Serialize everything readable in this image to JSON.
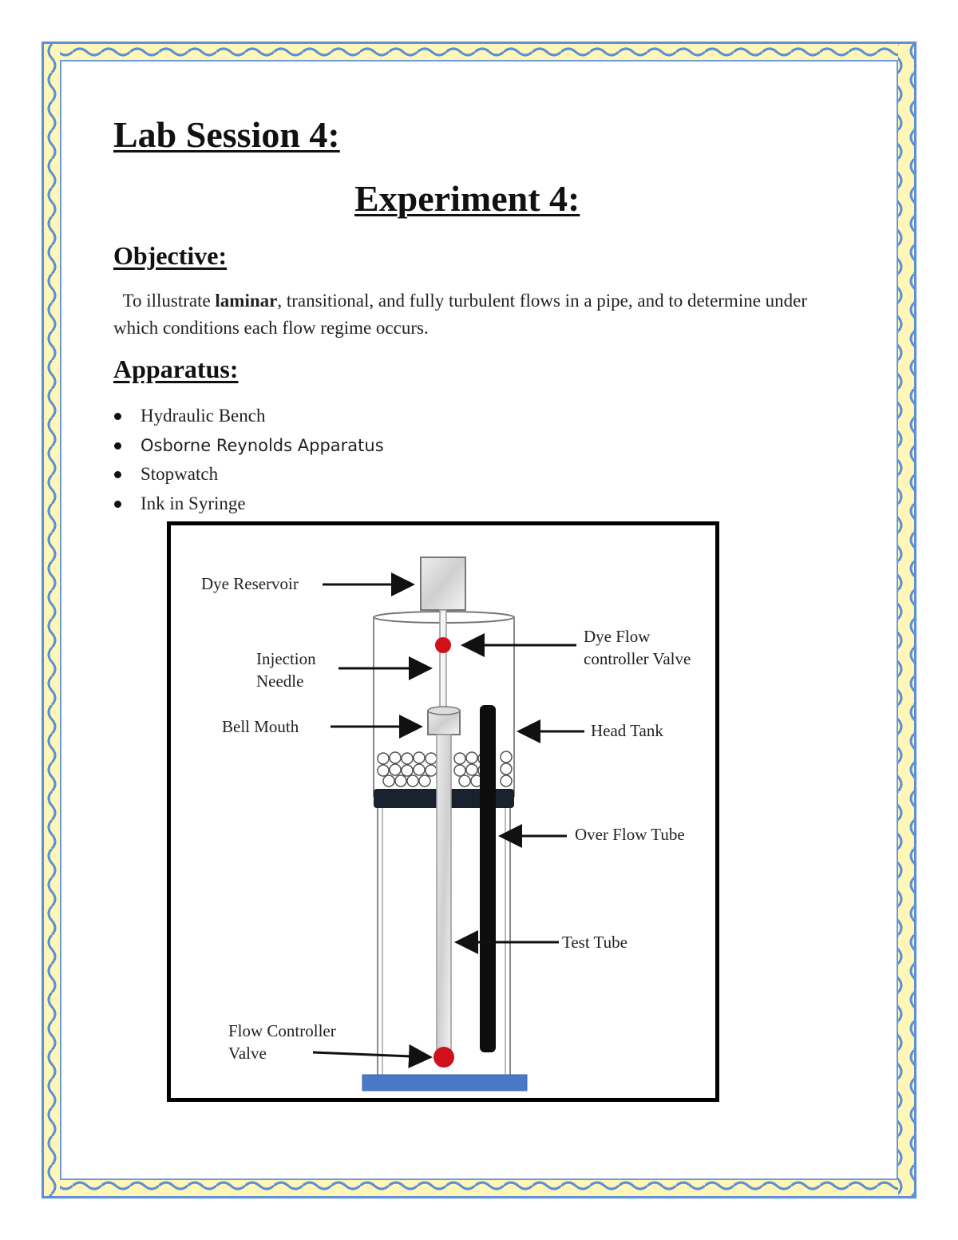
{
  "title": "Lab Session 4:",
  "experiment": "Experiment 4:",
  "objective": {
    "heading": "Objective:",
    "text_pre": "To illustrate ",
    "text_bold": "laminar",
    "text_mid": ", transitional, and fully ",
    "text_bold2": "turbulent",
    "text_post": " flows in a pipe, and to determine under which conditions each flow regime occurs."
  },
  "apparatus": {
    "heading": "Apparatus:",
    "items": [
      "Hydraulic Bench",
      "Osborne Reynolds Apparatus",
      "Stopwatch",
      "Ink in Syringe"
    ]
  },
  "figure": {
    "labels": {
      "dye_reservoir": "Dye Reservoir",
      "dye_flow_1": "Dye Flow",
      "dye_flow_2": "controller Valve",
      "injection_1": "Injection",
      "injection_2": "Needle",
      "bell_mouth": "Bell Mouth",
      "head_tank": "Head Tank",
      "overflow_tube": "Over Flow Tube",
      "test_tube": "Test Tube",
      "flow_ctrl_1": "Flow Controller",
      "flow_ctrl_2": "Valve"
    }
  },
  "colors": {
    "border_blue": "#5b8fd6",
    "border_yellow": "#fff6b8",
    "valve_red": "#d0101a",
    "base_blue": "#4a78c9"
  }
}
